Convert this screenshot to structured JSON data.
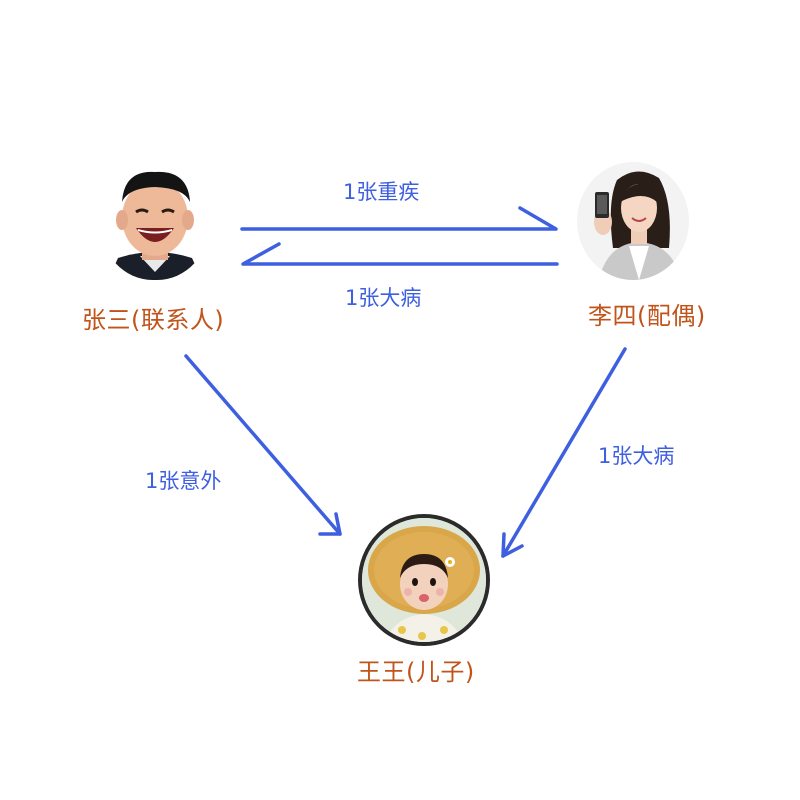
{
  "nodes": {
    "zhangsan": {
      "label": "张三(联系人)"
    },
    "lisi": {
      "label": "李四(配偶)"
    },
    "wangwang": {
      "label": "王王(儿子)"
    }
  },
  "edges": {
    "zhangsan_to_lisi": {
      "label": "1张重疾"
    },
    "lisi_to_zhangsan": {
      "label": "1张大病"
    },
    "zhangsan_to_wangwang": {
      "label": "1张意外"
    },
    "lisi_to_wangwang": {
      "label": "1张大病"
    }
  },
  "colors": {
    "arrow": "#3d5fe0",
    "person_label": "#c0541a"
  }
}
